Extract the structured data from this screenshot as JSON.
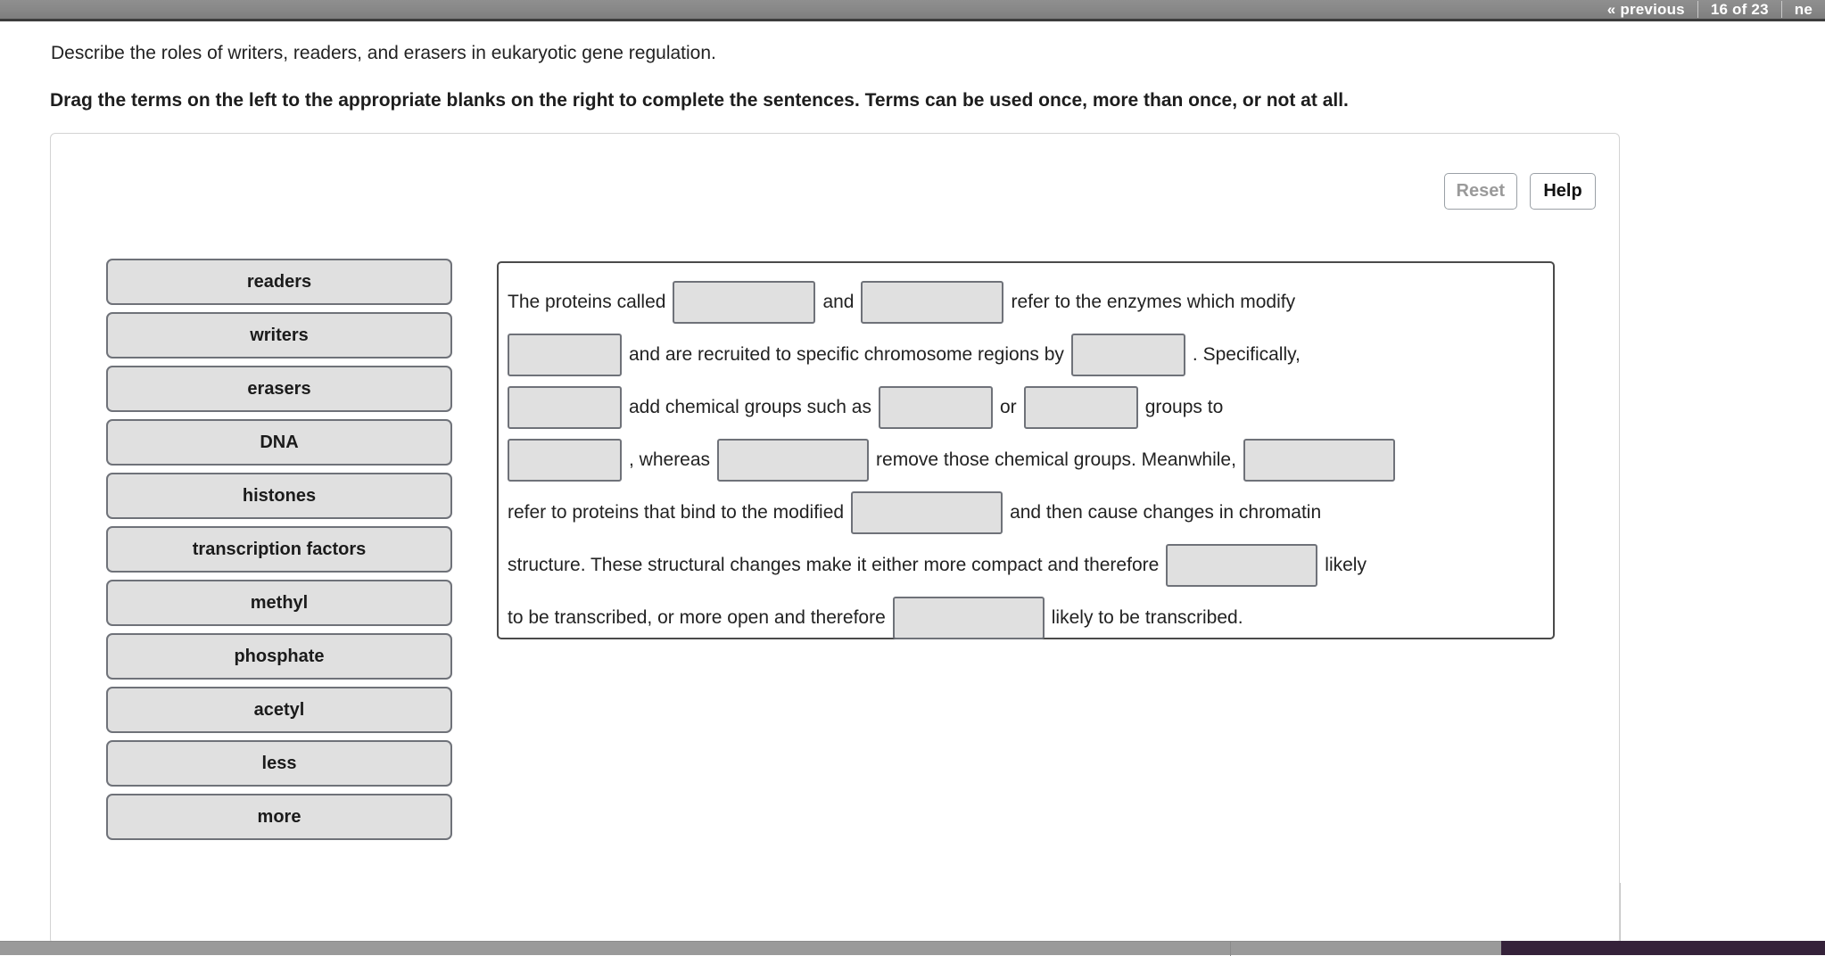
{
  "topbar": {
    "previous_label": "« previous",
    "counter_label": "16 of 23",
    "next_label": "ne"
  },
  "question": {
    "prompt": "Describe the roles of writers, readers, and erasers in eukaryotic gene regulation.",
    "instruction": "Drag the terms on the left to the appropriate blanks on the right to complete the sentences. Terms can be used once, more than once, or not at all."
  },
  "toolbar": {
    "reset_label": "Reset",
    "help_label": "Help"
  },
  "term_bank": {
    "terms": [
      {
        "label": "readers"
      },
      {
        "label": "writers"
      },
      {
        "label": "erasers"
      },
      {
        "label": "DNA"
      },
      {
        "label": "histones"
      },
      {
        "label": "transcription factors"
      },
      {
        "label": "methyl"
      },
      {
        "label": "phosphate"
      },
      {
        "label": "acetyl"
      },
      {
        "label": "less"
      },
      {
        "label": "more"
      }
    ]
  },
  "sentence": {
    "line1": {
      "t1": "The proteins called",
      "t2": "and",
      "t3": "refer to the enzymes which modify"
    },
    "line2": {
      "t1": "and are recruited to specific chromosome regions by",
      "t2": ". Specifically,"
    },
    "line3": {
      "t1": "add chemical groups such as",
      "t2": "or",
      "t3": "groups to"
    },
    "line4": {
      "t1": ", whereas",
      "t2": "remove those chemical groups. Meanwhile,"
    },
    "line5": {
      "t1": "refer to proteins that bind to the modified",
      "t2": "and then cause changes in chromatin"
    },
    "line6": {
      "t1": "structure. These structural changes make it either more compact and therefore",
      "t2": "likely"
    },
    "line7": {
      "t1": "to be transcribed, or more open and therefore",
      "t2": "likely to be transcribed."
    },
    "blank_value": ""
  },
  "colors": {
    "topbar_bg": "#878787",
    "tile_bg": "#e0e0e0",
    "tile_border": "#6f7279",
    "panel_border": "#4a4a4a",
    "disabled_text": "#9a9a9a"
  }
}
